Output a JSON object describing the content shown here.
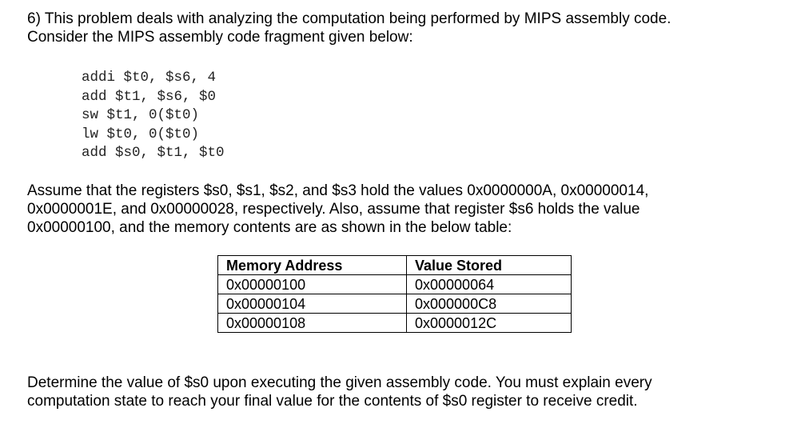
{
  "intro": {
    "line1": "6) This problem deals with analyzing the computation being performed by MIPS assembly code.",
    "line2": "Consider the MIPS assembly code fragment given below:"
  },
  "code": [
    "addi $t0, $s6, 4",
    "add $t1, $s6, $0",
    "sw $t1, 0($t0)",
    "lw $t0, 0($t0)",
    "add $s0, $t1, $t0"
  ],
  "assume": {
    "line1": "Assume that the registers $s0, $s1, $s2, and $s3 hold the values 0x0000000A, 0x00000014,",
    "line2": "0x0000001E, and 0x00000028, respectively.  Also, assume that register $s6 holds the value",
    "line3": "0x00000100, and the memory contents are as shown in the below table:"
  },
  "table": {
    "headers": [
      "Memory Address",
      "Value Stored"
    ],
    "rows": [
      [
        "0x00000100",
        "0x00000064"
      ],
      [
        "0x00000104",
        "0x000000C8"
      ],
      [
        "0x00000108",
        "0x0000012C"
      ]
    ]
  },
  "determine": {
    "line1": "Determine the value of $s0 upon executing the given assembly code.  You must explain every",
    "line2": "computation state to reach your final value for the contents of $s0 register to receive credit."
  }
}
